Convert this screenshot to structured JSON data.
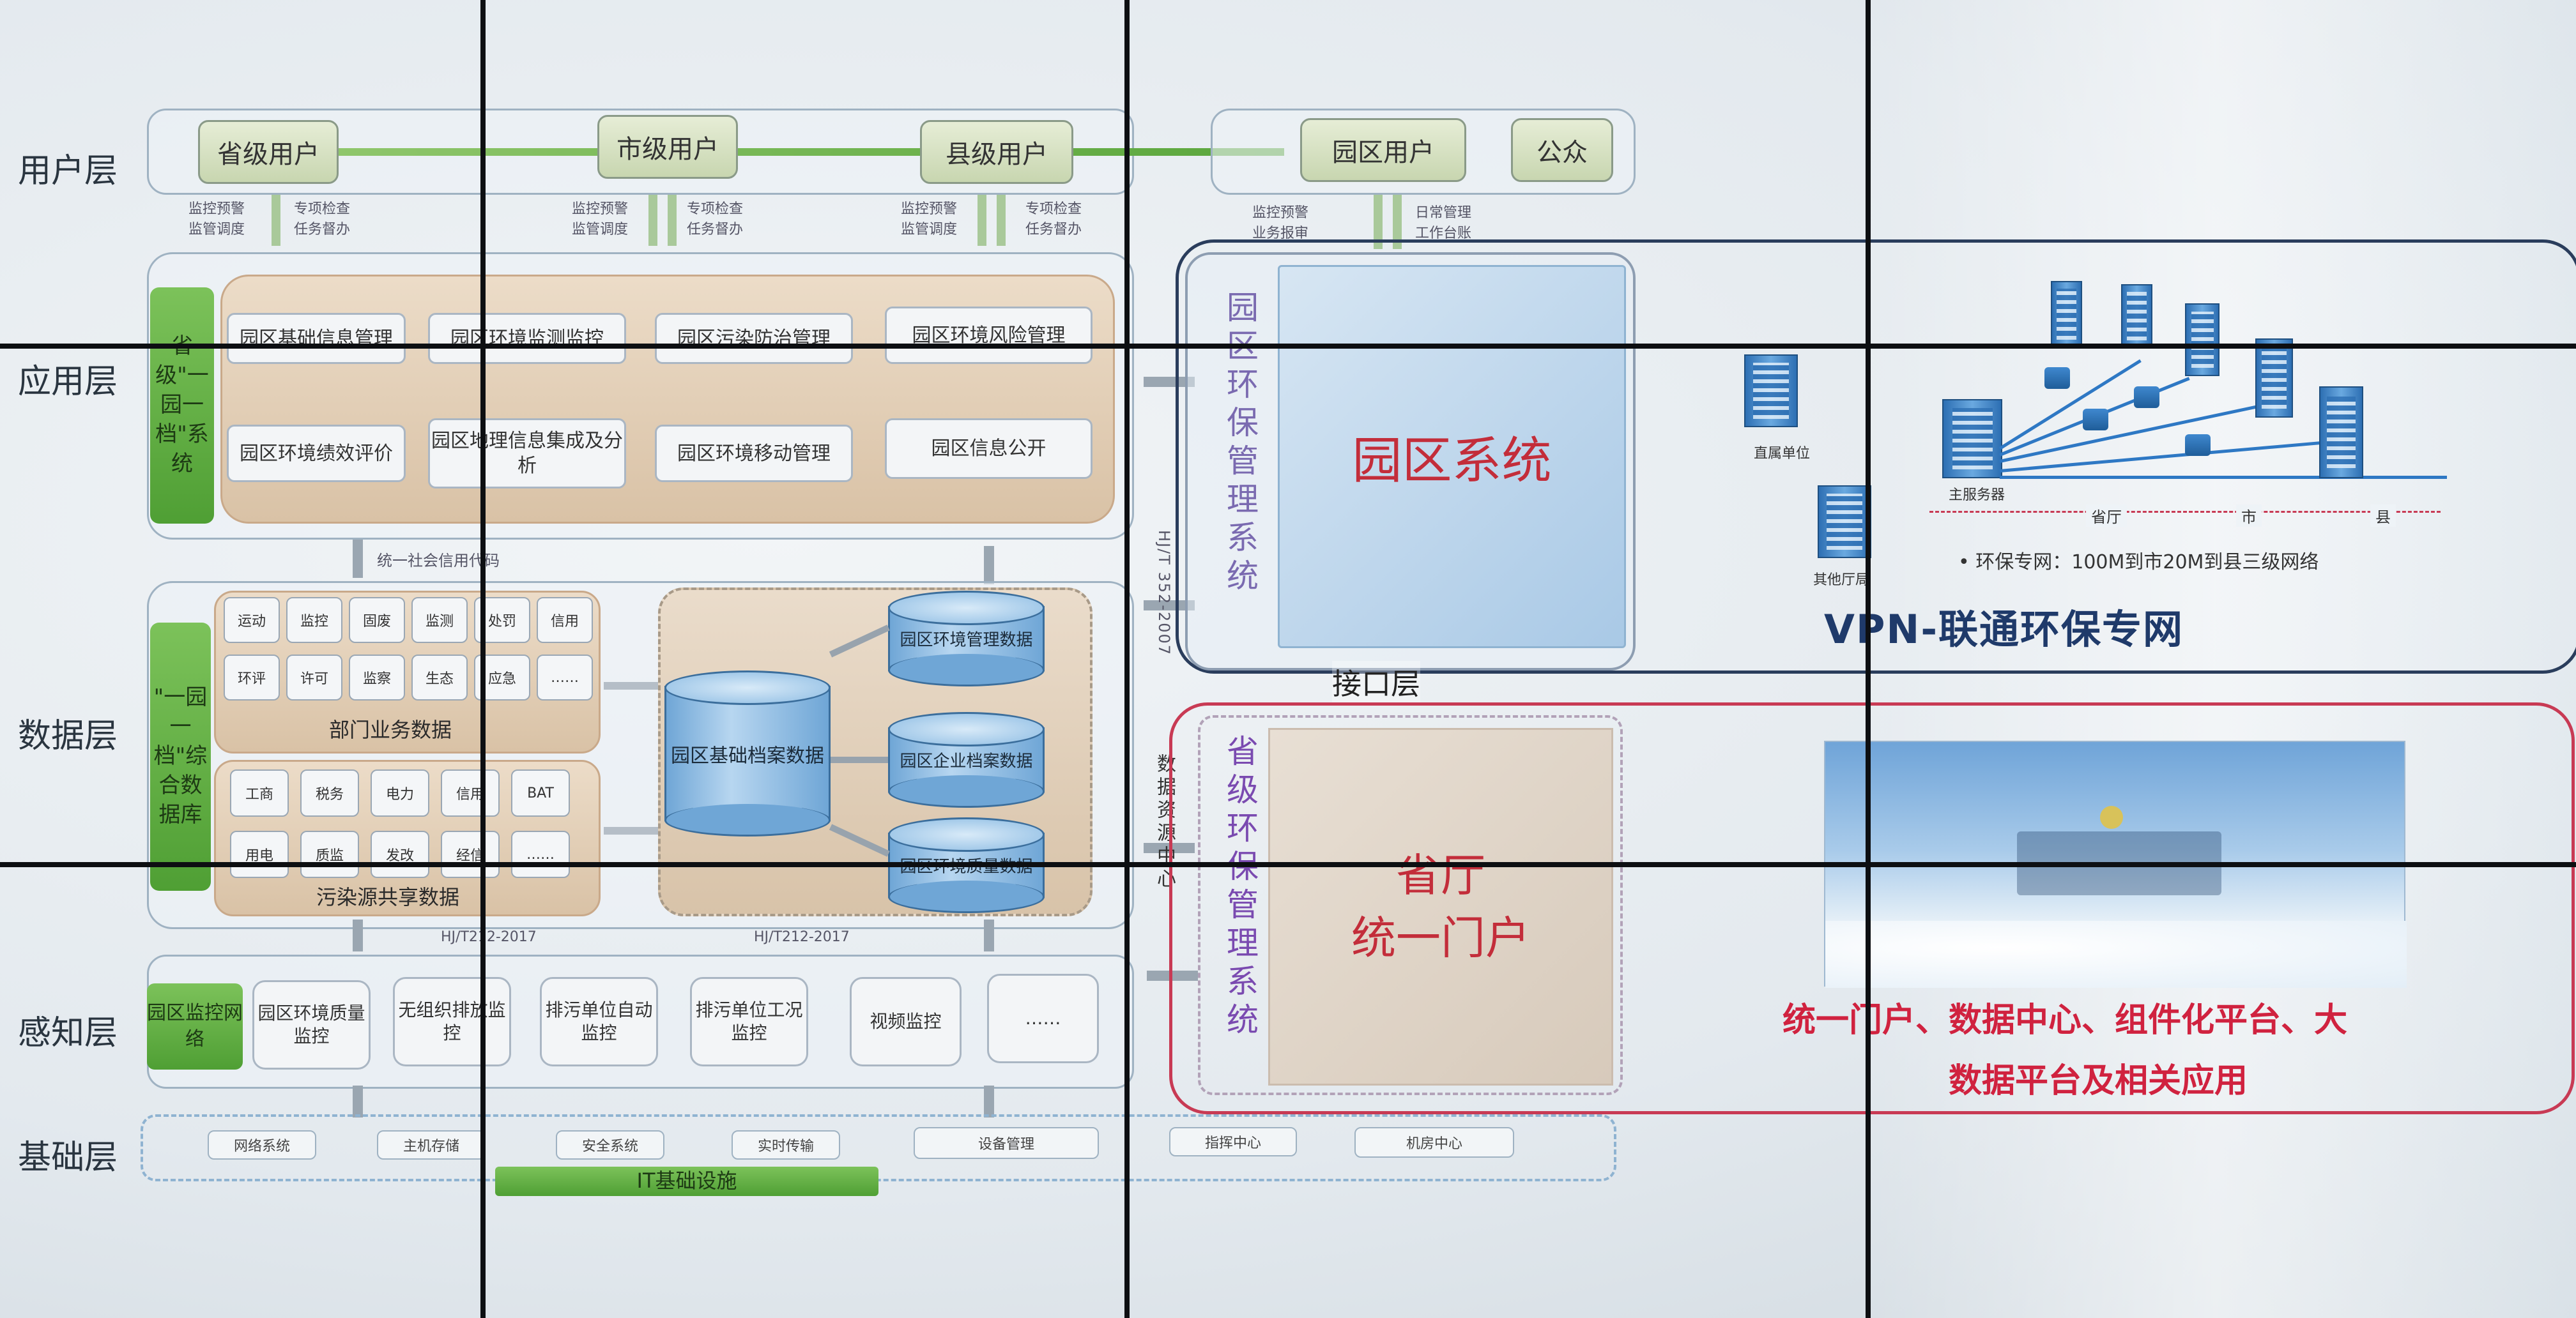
{
  "layers": {
    "user": "用户层",
    "app": "应用层",
    "data": "数据层",
    "sense": "感知层",
    "base": "基础层"
  },
  "users": {
    "province": "省级用户",
    "city": "市级用户",
    "county": "县级用户",
    "park": "园区用户",
    "public": "公众",
    "flow_a1": "监控预警",
    "flow_a2": "监管调度",
    "flow_b1": "专项检查",
    "flow_b2": "任务督办",
    "flow_c1": "监控预警",
    "flow_c2": "业务报审",
    "flow_d1": "日常管理",
    "flow_d2": "工作台账"
  },
  "app": {
    "side": "省级\"一园一档\"系统",
    "modules": [
      "园区基础信息管理",
      "园区环境监测监控",
      "园区污染防治管理",
      "园区环境风险管理",
      "园区环境绩效评价",
      "园区地理信息集成及分析",
      "园区环境移动管理",
      "园区信息公开"
    ],
    "note": "统一社会信用代码"
  },
  "data": {
    "side": "\"一园一档\"综合数据库",
    "dept_title": "部门业务数据",
    "dept_chips": [
      "运动",
      "监控",
      "固废",
      "监测",
      "处罚",
      "信用",
      "环评",
      "许可",
      "监察",
      "生态",
      "应急",
      "……"
    ],
    "share_title": "污染源共享数据",
    "share_chips": [
      "工商",
      "税务",
      "电力",
      "信用",
      "BAT",
      "用电",
      "质监",
      "发改",
      "经信",
      "……"
    ],
    "core": "园区基础档案数据",
    "db1": "园区环境管理数据",
    "db2": "园区企业档案数据",
    "db3": "园区环境质量数据",
    "std1": "HJ/T212-2017",
    "std2": "HJ/T212-2017",
    "std3": "HJ/T 352-2007",
    "exchange": "数据资源中心"
  },
  "sense": {
    "items": [
      "园区监控网络",
      "园区环境质量监控",
      "无组织排放监控",
      "排污单位自动监控",
      "排污单位工况监控",
      "视频监控",
      "……"
    ]
  },
  "base": {
    "items": [
      "网络系统",
      "主机存储",
      "安全系统",
      "实时传输",
      "设备管理",
      "指挥中心",
      "机房中心"
    ],
    "title": "IT基础设施"
  },
  "park_system": {
    "side": "园区环保管理系统",
    "title": "园区系统"
  },
  "interface": "接口层",
  "portal_system": {
    "side": "省级环保管理系统",
    "title1": "省厅",
    "title2": "统一门户"
  },
  "network": {
    "title": "VPN-联通环保专网",
    "caption": "• 环保专网：100M到市20M到县三级网络",
    "direct": "直属单位",
    "other": "其他厅局",
    "main_server": "主服务器",
    "level1": "省厅",
    "level2": "市",
    "level3": "县"
  },
  "summary": {
    "line1": "统一门户、数据中心、组件化平台、大",
    "line2": "数据平台及相关应用"
  },
  "colors": {
    "accent_red": "#d0223f",
    "green": "#5aa63c",
    "navy": "#1f3a6a"
  }
}
